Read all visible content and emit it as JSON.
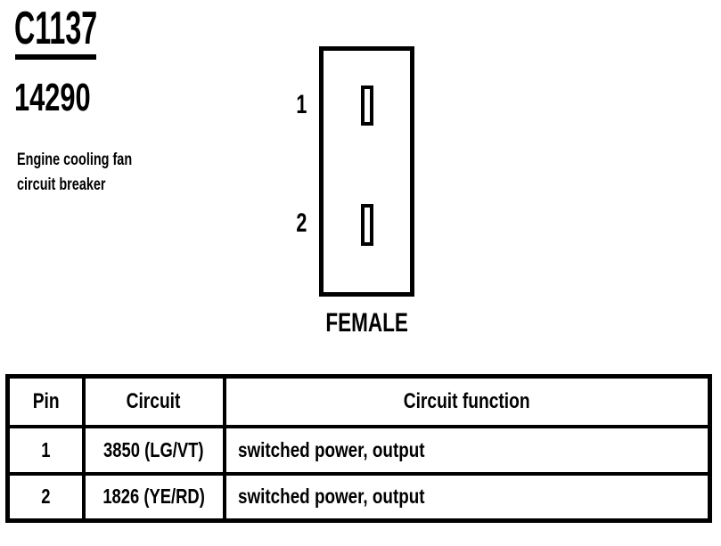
{
  "document": {
    "connector_id": "C1137",
    "part_number": "14290",
    "description": [
      "Engine cooling fan",
      "circuit breaker"
    ],
    "connector": {
      "type_label": "FEMALE",
      "pins": [
        {
          "number": "1"
        },
        {
          "number": "2"
        }
      ]
    },
    "pin_table": {
      "headers": {
        "pin": "Pin",
        "circuit": "Circuit",
        "function": "Circuit function"
      },
      "rows": [
        {
          "pin": "1",
          "circuit": "3850 (LG/VT)",
          "function": "switched power, output"
        },
        {
          "pin": "2",
          "circuit": "1826 (YE/RD)",
          "function": "switched power, output"
        }
      ]
    },
    "colors": {
      "ink": "#000000",
      "background": "#ffffff"
    }
  }
}
